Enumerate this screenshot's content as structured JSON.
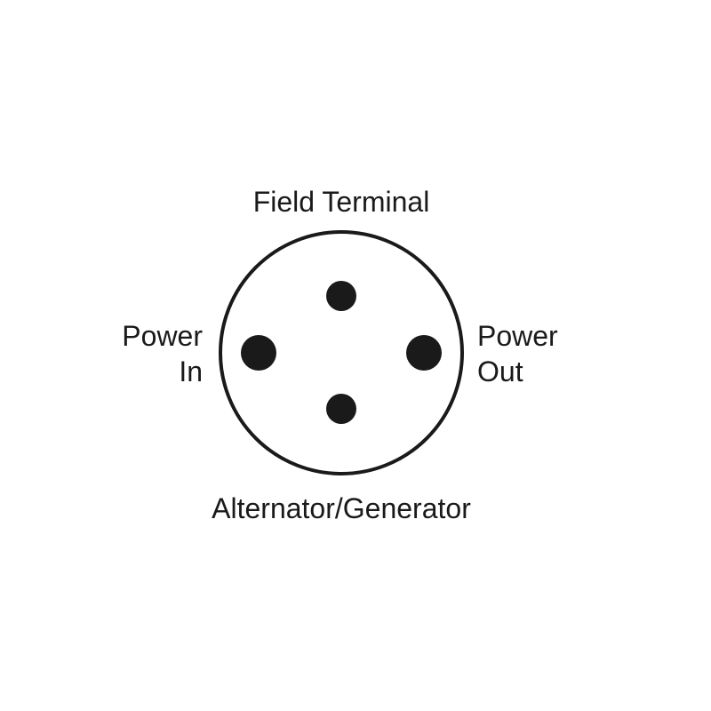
{
  "diagram": {
    "labels": {
      "top": "Field Terminal",
      "left_line1": "Power",
      "left_line2": "In",
      "right_line1": "Power",
      "right_line2": "Out",
      "bottom": "Alternator/Generator"
    },
    "colors": {
      "stroke": "#1a1a1a",
      "pin": "#1a1a1a",
      "background": "#ffffff"
    }
  }
}
